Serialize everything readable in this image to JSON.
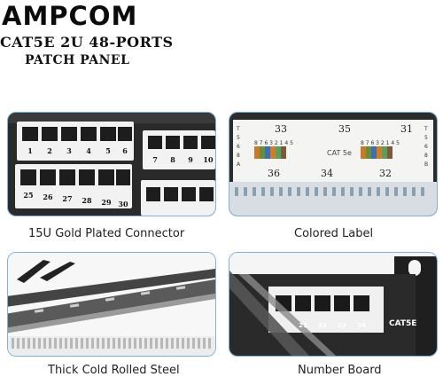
{
  "header": {
    "brand": "AMPCOM",
    "line1": "CAT5E 2U 48-PORTS",
    "line2": "PATCH PANEL"
  },
  "panels": [
    {
      "caption": "15U Gold Plated Connector",
      "port_numbers_top": [
        "1",
        "2",
        "3",
        "4",
        "5",
        "6",
        "7",
        "8",
        "9",
        "10"
      ],
      "port_numbers_bottom": [
        "25",
        "26",
        "27",
        "28",
        "29",
        "30"
      ]
    },
    {
      "caption": "Colored Label",
      "label_numbers": [
        "33",
        "35",
        "36",
        "34",
        "32",
        "31"
      ],
      "label_text": "CAT 5e",
      "label_side_left": [
        "T",
        "5",
        "6",
        "8",
        "A"
      ],
      "label_side_right": [
        "T",
        "5",
        "6",
        "8",
        "B"
      ],
      "wire_numbers": "8 7 6 3 2 1 4 5"
    },
    {
      "caption": "Thick Cold Rolled Steel"
    },
    {
      "caption": "Number Board",
      "port_numbers": [
        "21",
        "22",
        "23",
        "24"
      ],
      "panel_text": "CAT5E"
    }
  ]
}
